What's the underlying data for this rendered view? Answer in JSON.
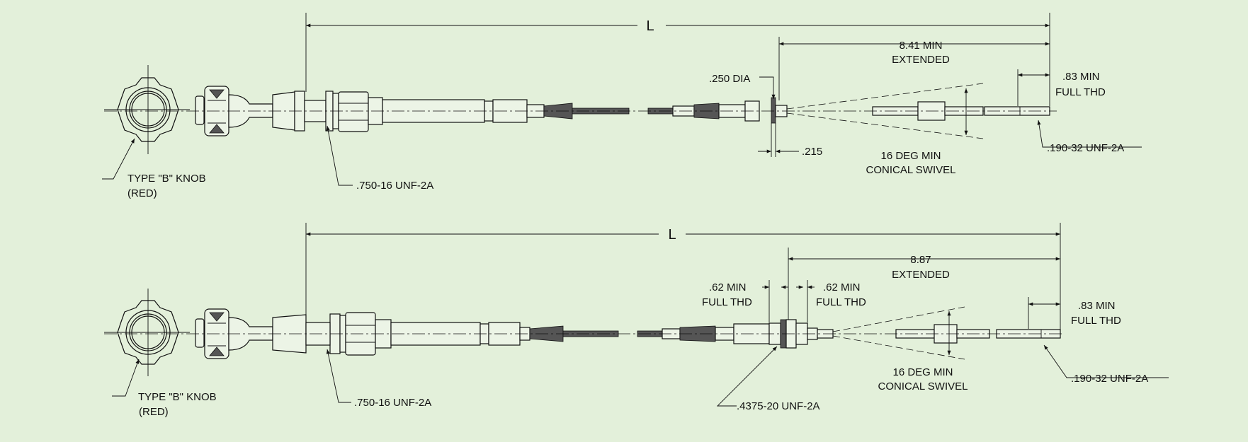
{
  "top": {
    "length_label": "L",
    "extended_dim": "8.41 MIN",
    "extended_label": "EXTENDED",
    "dia_label": ".250 DIA",
    "small_dim": ".215",
    "thread_min": ".83 MIN",
    "thread_full": "FULL THD",
    "end_thread": ".190-32 UNF-2A",
    "swivel_line1": "16  DEG MIN",
    "swivel_line2": "CONICAL SWIVEL",
    "bulkhead_thread": ".750-16 UNF-2A",
    "knob_line1": "TYPE \"B\" KNOB",
    "knob_line2": "(RED)"
  },
  "bottom": {
    "length_label": "L",
    "extended_dim": "8.87",
    "extended_label": "EXTENDED",
    "left_thread_min": ".62 MIN",
    "left_thread_full": "FULL THD",
    "right_thread_min": ".62 MIN",
    "right_thread_full": "FULL THD",
    "thread_min": ".83 MIN",
    "thread_full": "FULL THD",
    "end_thread": ".190-32 UNF-2A",
    "swivel_line1": "16  DEG MIN",
    "swivel_line2": "CONICAL SWIVEL",
    "mid_thread": ".4375-20 UNF-2A",
    "bulkhead_thread": ".750-16 UNF-2A",
    "knob_line1": "TYPE \"B\" KNOB",
    "knob_line2": "(RED)"
  }
}
